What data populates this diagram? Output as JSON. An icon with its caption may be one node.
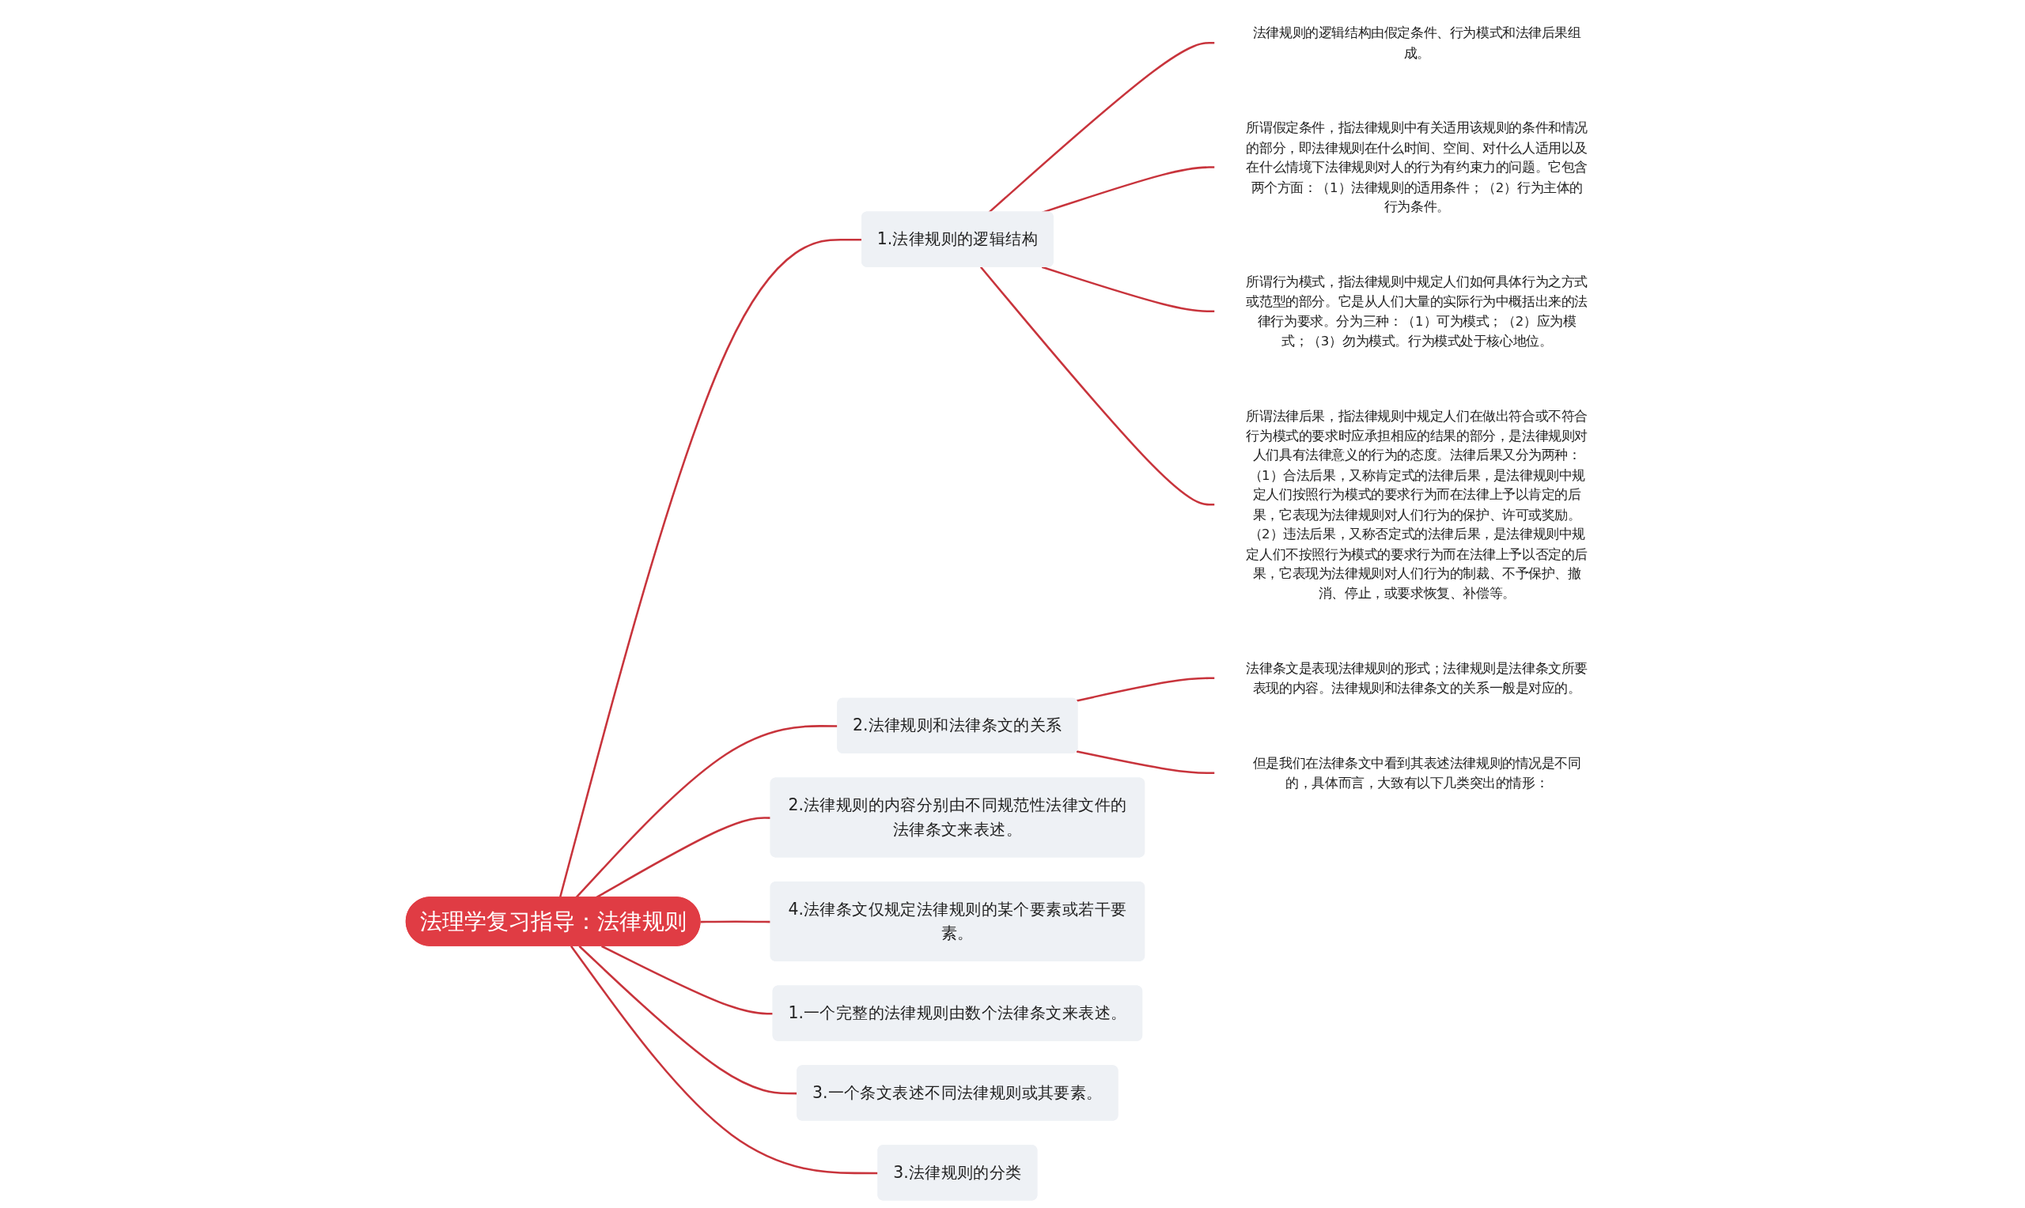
{
  "diagram": {
    "nodes": [
      {
        "text": [
          "法理学复习指导：法律规则"
        ]
      },
      {
        "text": [
          "1.法律规则的逻辑结构"
        ]
      },
      {
        "text": [
          "法律规则的逻辑结构由假定条件、行为模式和法律后果组成。"
        ]
      },
      {
        "text": [
          "所谓假定条件，指法律规则中有关适用该规则的条件和情况的部分，即法律规则在什么时间、空间、对什么人适用以及在什么情境下法律规则对人的行为有约束力的问题。它包含两个方面：（1）法律规则的适用条件；（2）行为主体的行为条件。"
        ]
      },
      {
        "text": [
          "所谓行为模式，指法律规则中规定人们如何具体行为之方式或范型的部分。它是从人们大量的实际行为中概括出来的法律行为要求。分为三种：（1）可为模式；（2）应为模式；（3）勿为模式。行为模式处于核心地位。"
        ]
      },
      {
        "text": [
          "所谓法律后果，指法律规则中规定人们在做出符合或不符合行为模式的要求时应承担相应的结果的部分，是法律规则对人们具有法律意义的行为的态度。法律后果又分为两种：（1）合法后果，又称肯定式的法律后果，是法律规则中规定人们按照行为模式的要求行为而在法律上予以肯定的后果，它表现为法律规则对人们行为的保护、许可或奖励。（2）违法后果，又称否定式的法律后果，是法律规则中规定人们不按照行为模式的要求行为而在法律上予以否定的后果，它表现为法律规则对人们行为的制裁、不予保护、撤消、停止，或要求恢复、补偿等。"
        ]
      },
      {
        "text": [
          "2.法律规则和法律条文的关系"
        ]
      },
      {
        "text": [
          "法律条文是表现法律规则的形式；法律规则是法律条文所要表现的内容。法律规则和法律条文的关系一般是对应的。"
        ]
      },
      {
        "text": [
          "但是我们在法律条文中看到其表述法律规则的情况是不同的，具体而言，大致有以下几类突出的情形："
        ]
      },
      {
        "text": [
          "2.法律规则的内容分别由不同规范性法律文件的法律条文来表述。"
        ]
      },
      {
        "text": [
          "4.法律条文仅规定法律规则的某个要素或若干要素。"
        ]
      },
      {
        "text": [
          "1.一个完整的法律规则由数个法律条文来表述。"
        ]
      },
      {
        "text": [
          "3.一个条文表述不同法律规则或其要素。"
        ]
      },
      {
        "text": [
          "3.法律规则的分类"
        ]
      }
    ],
    "edges": [
      {
        "from": 0,
        "to": 1,
        "arrow": "none"
      },
      {
        "from": 1,
        "to": 2,
        "arrow": "none"
      },
      {
        "from": 1,
        "to": 3,
        "arrow": "none"
      },
      {
        "from": 1,
        "to": 4,
        "arrow": "none"
      },
      {
        "from": 1,
        "to": 5,
        "arrow": "none"
      },
      {
        "from": 0,
        "to": 6,
        "arrow": "none"
      },
      {
        "from": 6,
        "to": 7,
        "arrow": "none"
      },
      {
        "from": 6,
        "to": 8,
        "arrow": "none"
      },
      {
        "from": 0,
        "to": 9,
        "arrow": "none"
      },
      {
        "from": 0,
        "to": 10,
        "arrow": "none"
      },
      {
        "from": 0,
        "to": 11,
        "arrow": "none"
      },
      {
        "from": 0,
        "to": 12,
        "arrow": "none"
      },
      {
        "from": 0,
        "to": 13,
        "arrow": "none"
      }
    ]
  }
}
